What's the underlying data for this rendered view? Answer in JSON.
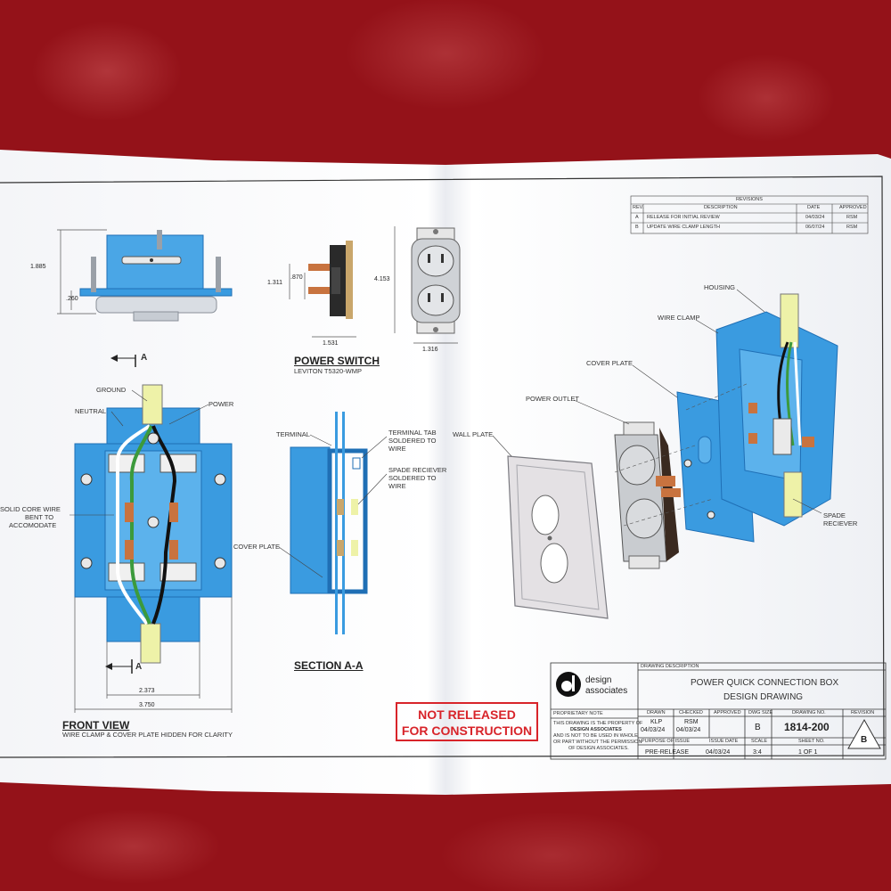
{
  "labels": {
    "ground": "GROUND",
    "neutral": "NEUTRAL",
    "power": "POWER",
    "solid_core_wire": [
      "SOLID CORE WIRE",
      "BENT TO",
      "ACCOMODATE"
    ],
    "terminal": "TERMINAL",
    "terminal_tab": [
      "TERMINAL TAB",
      "SOLDERED TO",
      "WIRE"
    ],
    "spade_receiver_section": [
      "SPADE RECIEVER",
      "SOLDERED TO",
      "WIRE"
    ],
    "cover_plate_section": "COVER PLATE",
    "housing": "HOUSING",
    "wire_clamp": "WIRE CLAMP",
    "cover_plate": "COVER PLATE",
    "power_outlet": "POWER OUTLET",
    "wall_plate": "WALL PLATE",
    "spade_receiver": [
      "SPADE",
      "RECIEVER"
    ],
    "section_marker": "A"
  },
  "dimensions": {
    "top_height": "1.885",
    "top_base": ".260",
    "switch_h1": "1.311",
    "switch_h2": ".870",
    "switch_w": "1.531",
    "outlet_h": "4.153",
    "outlet_w": "1.316",
    "front_inner_w": "2.373",
    "front_outer_w": "3.750"
  },
  "views": {
    "power_switch_title": "POWER SWITCH",
    "power_switch_sub": "LEVITON T5320-WMP",
    "section_title": "SECTION A-A",
    "front_title": "FRONT VIEW",
    "front_sub": "WIRE CLAMP & COVER PLATE HIDDEN FOR CLARITY"
  },
  "stamp": [
    "NOT RELEASED",
    "FOR CONSTRUCTION"
  ],
  "revisions": {
    "title": "REVISIONS",
    "headers": [
      "REV.",
      "DESCRIPTION",
      "DATE",
      "APPROVED"
    ],
    "rows": [
      [
        "A",
        "RELEASE FOR INITIAL REVIEW",
        "04/03/24",
        "RSM"
      ],
      [
        "B",
        "UPDATE WIRE CLAMP LENGTH",
        "06/07/24",
        "RSM"
      ]
    ]
  },
  "title_block": {
    "company_line1": "design",
    "company_line2": "associates",
    "drawing_description_label": "DRAWING DESCRIPTION",
    "description_line1": "POWER QUICK CONNECTION BOX",
    "description_line2": "DESIGN DRAWING",
    "proprietary_label": "PROPRIETARY NOTE",
    "proprietary_text": [
      "THIS DRAWING IS THE PROPERTY OF",
      "DESIGN ASSOCIATES",
      "AND IS NOT TO BE USED IN WHOLE",
      "OR PART WITHOUT THE PERMISSION",
      "OF DESIGN ASSOCIATES."
    ],
    "drawn_label": "DRAWN",
    "drawn_by": "KLP",
    "drawn_date": "04/03/24",
    "checked_label": "CHECKED",
    "checked_by": "RSM",
    "checked_date": "04/03/24",
    "approved_label": "APPROVED",
    "dwg_size_label": "DWG SIZE",
    "dwg_size": "B",
    "drawing_no_label": "DRAWING NO.",
    "drawing_no": "1814-200",
    "revision_label": "REVISION",
    "revision": "B",
    "purpose_label": "PURPOSE OF ISSUE",
    "purpose": "PRE-RELEASE",
    "issue_date_label": "ISSUE DATE",
    "issue_date": "04/03/24",
    "scale_label": "SCALE",
    "scale": "3:4",
    "sheet_label": "SHEET NO.",
    "sheet": "1 OF 1"
  },
  "colors": {
    "blue": "#3a9be0",
    "blue_dark": "#1f6fb5",
    "copper": "#c8733f",
    "wire_green": "#3c9a3c",
    "stamp_red": "#d8242a",
    "fabric": "#941219"
  }
}
